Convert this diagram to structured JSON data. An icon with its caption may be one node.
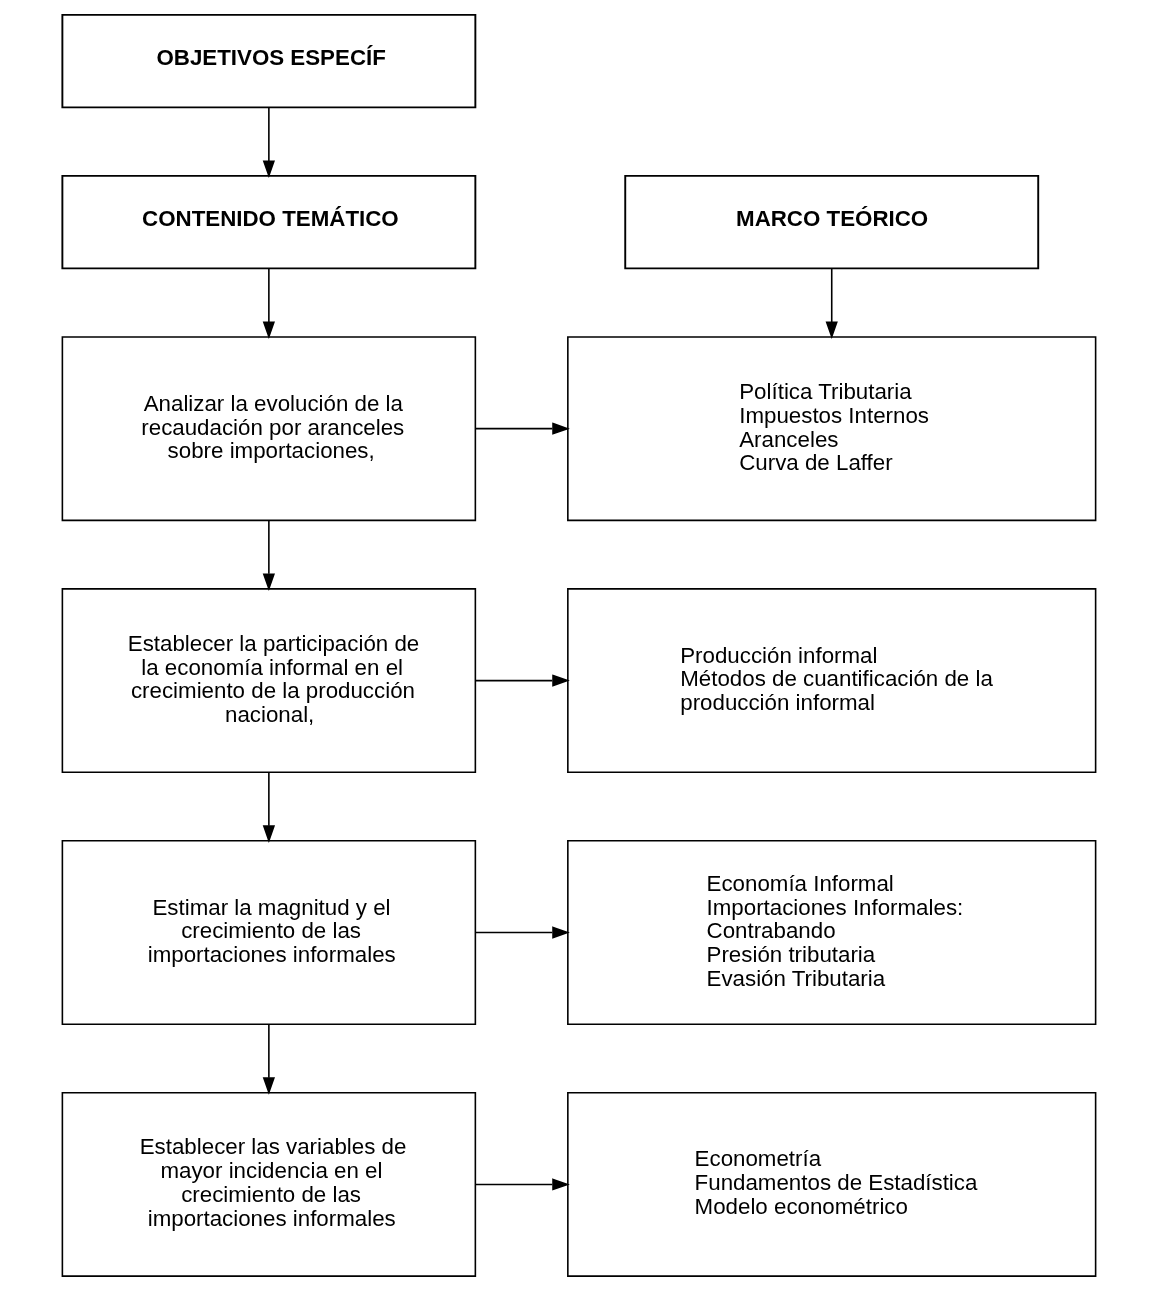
{
  "diagram": {
    "nodes": [
      {
        "text": [
          "OBJETIVOS ESPECÍF"
        ]
      },
      {
        "text": [
          "CONTENIDO TEMÁTICO"
        ]
      },
      {
        "text": [
          "MARCO TEÓRICO"
        ]
      },
      {
        "text": [
          "Analizar la evolución de la recaudación por aranceles sobre importaciones,"
        ]
      },
      {
        "text": [
          "Política Tributaria",
          "Impuestos Internos",
          "Aranceles",
          "Curva de Laffer"
        ]
      },
      {
        "text": [
          "Establecer la participación de la economía informal en el crecimiento de la producción nacional,"
        ]
      },
      {
        "text": [
          "Producción informal",
          "Métodos de cuantificación de la producción informal"
        ]
      },
      {
        "text": [
          "Estimar la magnitud y el crecimiento de las importaciones informales"
        ]
      },
      {
        "text": [
          "Economía Informal",
          "Importaciones Informales:",
          "Contrabando",
          "Presión tributaria",
          "Evasión Tributaria"
        ]
      },
      {
        "text": [
          "Establecer las variables de mayor incidencia en el crecimiento de las importaciones informales"
        ]
      },
      {
        "text": [
          "Econometría",
          "Fundamentos de Estadística",
          "Modelo econométrico"
        ]
      }
    ],
    "edges": [
      {
        "from": 0,
        "to": 1,
        "arrow": "to"
      },
      {
        "from": 1,
        "to": 3,
        "arrow": "to"
      },
      {
        "from": 2,
        "to": 4,
        "arrow": "to"
      },
      {
        "from": 3,
        "to": 4,
        "arrow": "to"
      },
      {
        "from": 3,
        "to": 5,
        "arrow": "to"
      },
      {
        "from": 5,
        "to": 6,
        "arrow": "to"
      },
      {
        "from": 5,
        "to": 7,
        "arrow": "to"
      },
      {
        "from": 7,
        "to": 8,
        "arrow": "to"
      },
      {
        "from": 7,
        "to": 9,
        "arrow": "to"
      },
      {
        "from": 9,
        "to": 10,
        "arrow": "to"
      }
    ]
  }
}
